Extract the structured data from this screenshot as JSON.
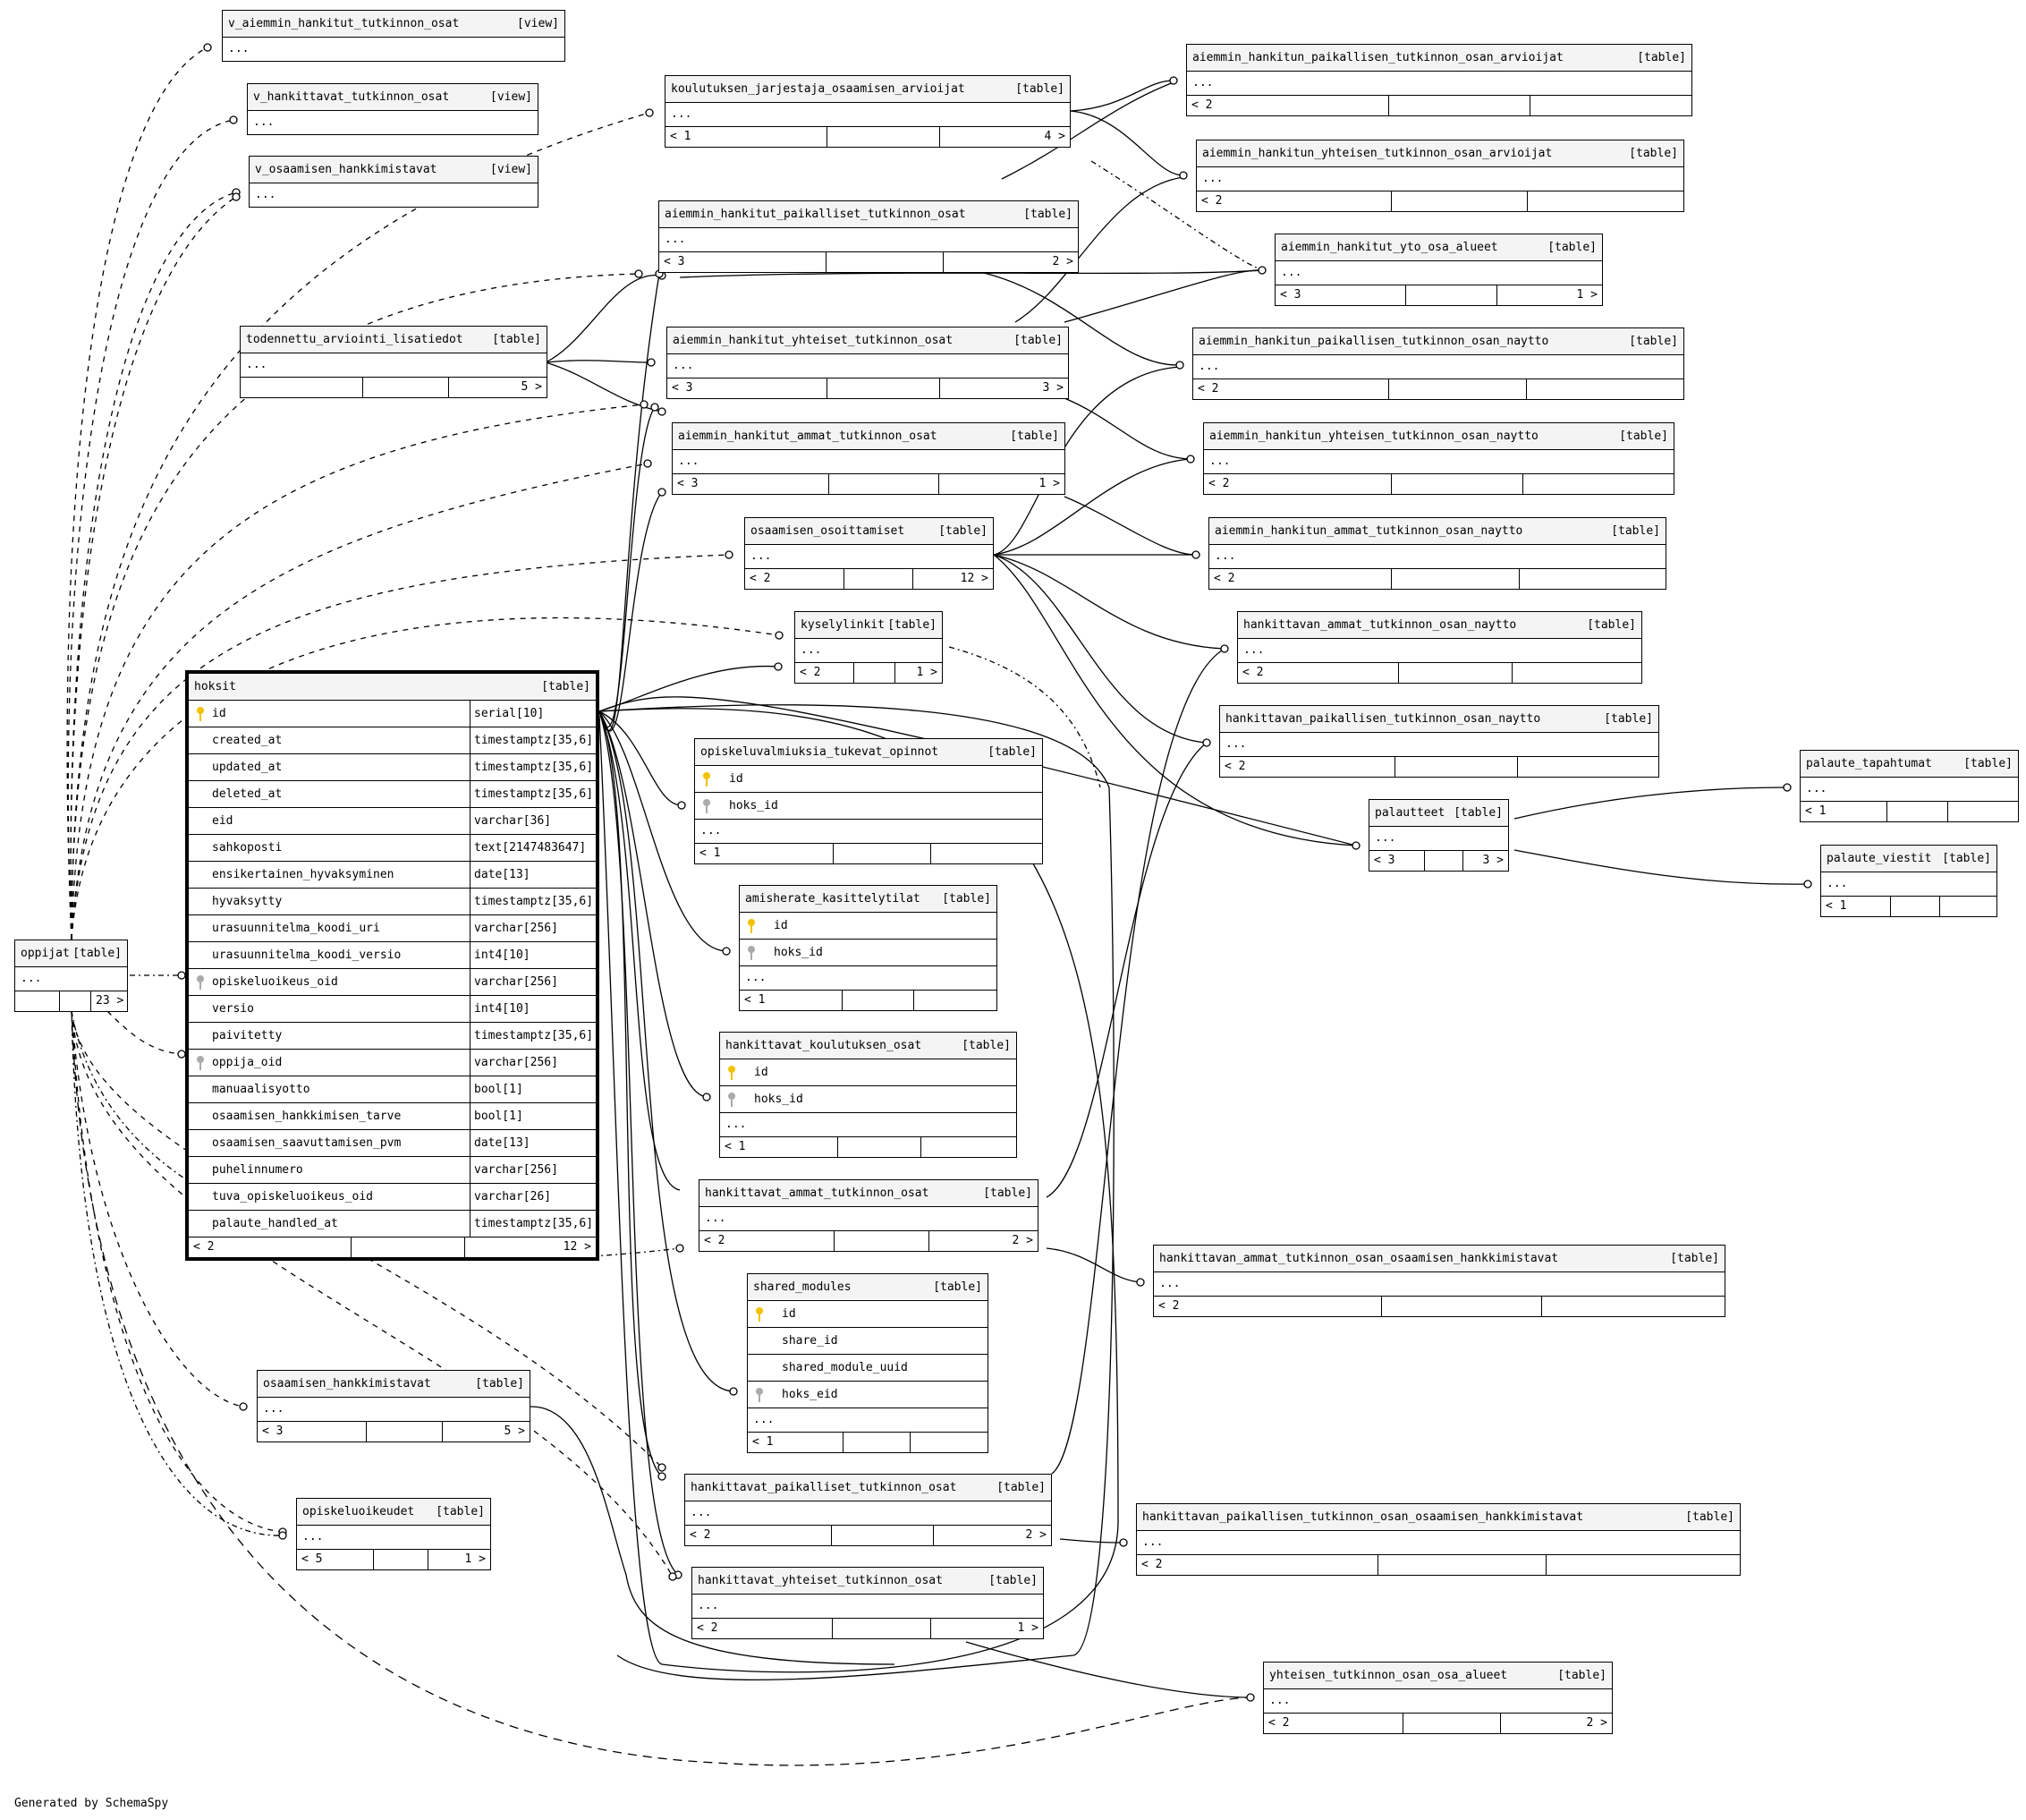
{
  "footer_text": "Generated by SchemaSpy",
  "tables": [
    {
      "name": "v_aiemmin_hankitut_tutkinnon_osat",
      "kind": "[view]",
      "dots": "...",
      "footer": []
    },
    {
      "name": "v_hankittavat_tutkinnon_osat",
      "kind": "[view]",
      "dots": "...",
      "footer": []
    },
    {
      "name": "v_osaamisen_hankkimistavat",
      "kind": "[view]",
      "dots": "...",
      "footer": []
    },
    {
      "name": "koulutuksen_jarjestaja_osaamisen_arvioijat",
      "kind": "[table]",
      "dots": "...",
      "footer": [
        "< 1",
        "",
        "4 >"
      ]
    },
    {
      "name": "aiemmin_hankitun_paikallisen_tutkinnon_osan_arvioijat",
      "kind": "[table]",
      "dots": "...",
      "footer": [
        "< 2",
        "",
        ""
      ]
    },
    {
      "name": "aiemmin_hankitut_paikalliset_tutkinnon_osat",
      "kind": "[table]",
      "dots": "...",
      "footer": [
        "< 3",
        "",
        "2 >"
      ]
    },
    {
      "name": "aiemmin_hankitun_yhteisen_tutkinnon_osan_arvioijat",
      "kind": "[table]",
      "dots": "...",
      "footer": [
        "< 2",
        "",
        ""
      ]
    },
    {
      "name": "aiemmin_hankitut_yto_osa_alueet",
      "kind": "[table]",
      "dots": "...",
      "footer": [
        "< 3",
        "",
        "1 >"
      ]
    },
    {
      "name": "todennettu_arviointi_lisatiedot",
      "kind": "[table]",
      "dots": "...",
      "footer": [
        "",
        "",
        "5 >"
      ]
    },
    {
      "name": "aiemmin_hankitut_yhteiset_tutkinnon_osat",
      "kind": "[table]",
      "dots": "...",
      "footer": [
        "< 3",
        "",
        "3 >"
      ]
    },
    {
      "name": "aiemmin_hankitun_paikallisen_tutkinnon_osan_naytto",
      "kind": "[table]",
      "dots": "...",
      "footer": [
        "< 2",
        "",
        ""
      ]
    },
    {
      "name": "aiemmin_hankitut_ammat_tutkinnon_osat",
      "kind": "[table]",
      "dots": "...",
      "footer": [
        "< 3",
        "",
        "1 >"
      ]
    },
    {
      "name": "aiemmin_hankitun_yhteisen_tutkinnon_osan_naytto",
      "kind": "[table]",
      "dots": "...",
      "footer": [
        "< 2",
        "",
        ""
      ]
    },
    {
      "name": "osaamisen_osoittamiset",
      "kind": "[table]",
      "dots": "...",
      "footer": [
        "< 2",
        "",
        "12 >"
      ]
    },
    {
      "name": "aiemmin_hankitun_ammat_tutkinnon_osan_naytto",
      "kind": "[table]",
      "dots": "...",
      "footer": [
        "< 2",
        "",
        ""
      ]
    },
    {
      "name": "kyselylinkit",
      "kind": "[table]",
      "dots": "...",
      "footer": [
        "< 2",
        "",
        "1 >"
      ]
    },
    {
      "name": "hankittavan_ammat_tutkinnon_osan_naytto",
      "kind": "[table]",
      "dots": "...",
      "footer": [
        "< 2",
        "",
        ""
      ]
    },
    {
      "name": "hankittavan_paikallisen_tutkinnon_osan_naytto",
      "kind": "[table]",
      "dots": "...",
      "footer": [
        "< 2",
        "",
        ""
      ]
    },
    {
      "name": "palaute_tapahtumat",
      "kind": "[table]",
      "dots": "...",
      "footer": [
        "< 1",
        "",
        ""
      ]
    },
    {
      "name": "palautteet",
      "kind": "[table]",
      "dots": "...",
      "footer": [
        "< 3",
        "",
        "3 >"
      ]
    },
    {
      "name": "palaute_viestit",
      "kind": "[table]",
      "dots": "...",
      "footer": [
        "< 1",
        "",
        ""
      ]
    },
    {
      "name": "hoksit",
      "kind": "[table]",
      "focus": true,
      "columns": [
        {
          "name": "id",
          "type": "serial[10]",
          "key": "pk"
        },
        {
          "name": "created_at",
          "type": "timestamptz[35,6]",
          "key": "none"
        },
        {
          "name": "updated_at",
          "type": "timestamptz[35,6]",
          "key": "none"
        },
        {
          "name": "deleted_at",
          "type": "timestamptz[35,6]",
          "key": "none"
        },
        {
          "name": "eid",
          "type": "varchar[36]",
          "key": "none"
        },
        {
          "name": "sahkoposti",
          "type": "text[2147483647]",
          "key": "none"
        },
        {
          "name": "ensikertainen_hyvaksyminen",
          "type": "date[13]",
          "key": "none"
        },
        {
          "name": "hyvaksytty",
          "type": "timestamptz[35,6]",
          "key": "none"
        },
        {
          "name": "urasuunnitelma_koodi_uri",
          "type": "varchar[256]",
          "key": "none"
        },
        {
          "name": "urasuunnitelma_koodi_versio",
          "type": "int4[10]",
          "key": "none"
        },
        {
          "name": "opiskeluoikeus_oid",
          "type": "varchar[256]",
          "key": "fk"
        },
        {
          "name": "versio",
          "type": "int4[10]",
          "key": "none"
        },
        {
          "name": "paivitetty",
          "type": "timestamptz[35,6]",
          "key": "none"
        },
        {
          "name": "oppija_oid",
          "type": "varchar[256]",
          "key": "fk"
        },
        {
          "name": "manuaalisyotto",
          "type": "bool[1]",
          "key": "none"
        },
        {
          "name": "osaamisen_hankkimisen_tarve",
          "type": "bool[1]",
          "key": "none"
        },
        {
          "name": "osaamisen_saavuttamisen_pvm",
          "type": "date[13]",
          "key": "none"
        },
        {
          "name": "puhelinnumero",
          "type": "varchar[256]",
          "key": "none"
        },
        {
          "name": "tuva_opiskeluoikeus_oid",
          "type": "varchar[26]",
          "key": "none"
        },
        {
          "name": "palaute_handled_at",
          "type": "timestamptz[35,6]",
          "key": "none"
        }
      ],
      "footer": [
        "< 2",
        "",
        "12 >"
      ]
    },
    {
      "name": "opiskeluvalmiuksia_tukevat_opinnot",
      "kind": "[table]",
      "columns": [
        {
          "name": "id",
          "type": "",
          "key": "pk"
        },
        {
          "name": "hoks_id",
          "type": "",
          "key": "fk"
        }
      ],
      "dots": "...",
      "footer": [
        "< 1",
        "",
        ""
      ]
    },
    {
      "name": "oppijat",
      "kind": "[table]",
      "dots": "...",
      "footer": [
        "",
        "",
        "23 >"
      ]
    },
    {
      "name": "amisherate_kasittelytilat",
      "kind": "[table]",
      "columns": [
        {
          "name": "id",
          "type": "",
          "key": "pk"
        },
        {
          "name": "hoks_id",
          "type": "",
          "key": "fk"
        }
      ],
      "dots": "...",
      "footer": [
        "< 1",
        "",
        ""
      ]
    },
    {
      "name": "hankittavat_koulutuksen_osat",
      "kind": "[table]",
      "columns": [
        {
          "name": "id",
          "type": "",
          "key": "pk"
        },
        {
          "name": "hoks_id",
          "type": "",
          "key": "fk"
        }
      ],
      "dots": "...",
      "footer": [
        "< 1",
        "",
        ""
      ]
    },
    {
      "name": "hankittavat_ammat_tutkinnon_osat",
      "kind": "[table]",
      "dots": "...",
      "footer": [
        "< 2",
        "",
        "2 >"
      ]
    },
    {
      "name": "hankittavan_ammat_tutkinnon_osan_osaamisen_hankkimistavat",
      "kind": "[table]",
      "dots": "...",
      "footer": [
        "< 2",
        "",
        ""
      ]
    },
    {
      "name": "shared_modules",
      "kind": "[table]",
      "columns": [
        {
          "name": "id",
          "type": "",
          "key": "pk"
        },
        {
          "name": "share_id",
          "type": "",
          "key": "none"
        },
        {
          "name": "shared_module_uuid",
          "type": "",
          "key": "none"
        },
        {
          "name": "hoks_eid",
          "type": "",
          "key": "fk"
        }
      ],
      "dots": "...",
      "footer": [
        "< 1",
        "",
        ""
      ]
    },
    {
      "name": "osaamisen_hankkimistavat",
      "kind": "[table]",
      "dots": "...",
      "footer": [
        "< 3",
        "",
        "5 >"
      ]
    },
    {
      "name": "hankittavat_paikalliset_tutkinnon_osat",
      "kind": "[table]",
      "dots": "...",
      "footer": [
        "< 2",
        "",
        "2 >"
      ]
    },
    {
      "name": "opiskeluoikeudet",
      "kind": "[table]",
      "dots": "...",
      "footer": [
        "< 5",
        "",
        "1 >"
      ]
    },
    {
      "name": "hankittavan_paikallisen_tutkinnon_osan_osaamisen_hankkimistavat",
      "kind": "[table]",
      "dots": "...",
      "footer": [
        "< 2",
        "",
        ""
      ]
    },
    {
      "name": "hankittavat_yhteiset_tutkinnon_osat",
      "kind": "[table]",
      "dots": "...",
      "footer": [
        "< 2",
        "",
        "1 >"
      ]
    },
    {
      "name": "yhteisen_tutkinnon_osan_osa_alueet",
      "kind": "[table]",
      "dots": "...",
      "footer": [
        "< 2",
        "",
        "2 >"
      ]
    }
  ]
}
